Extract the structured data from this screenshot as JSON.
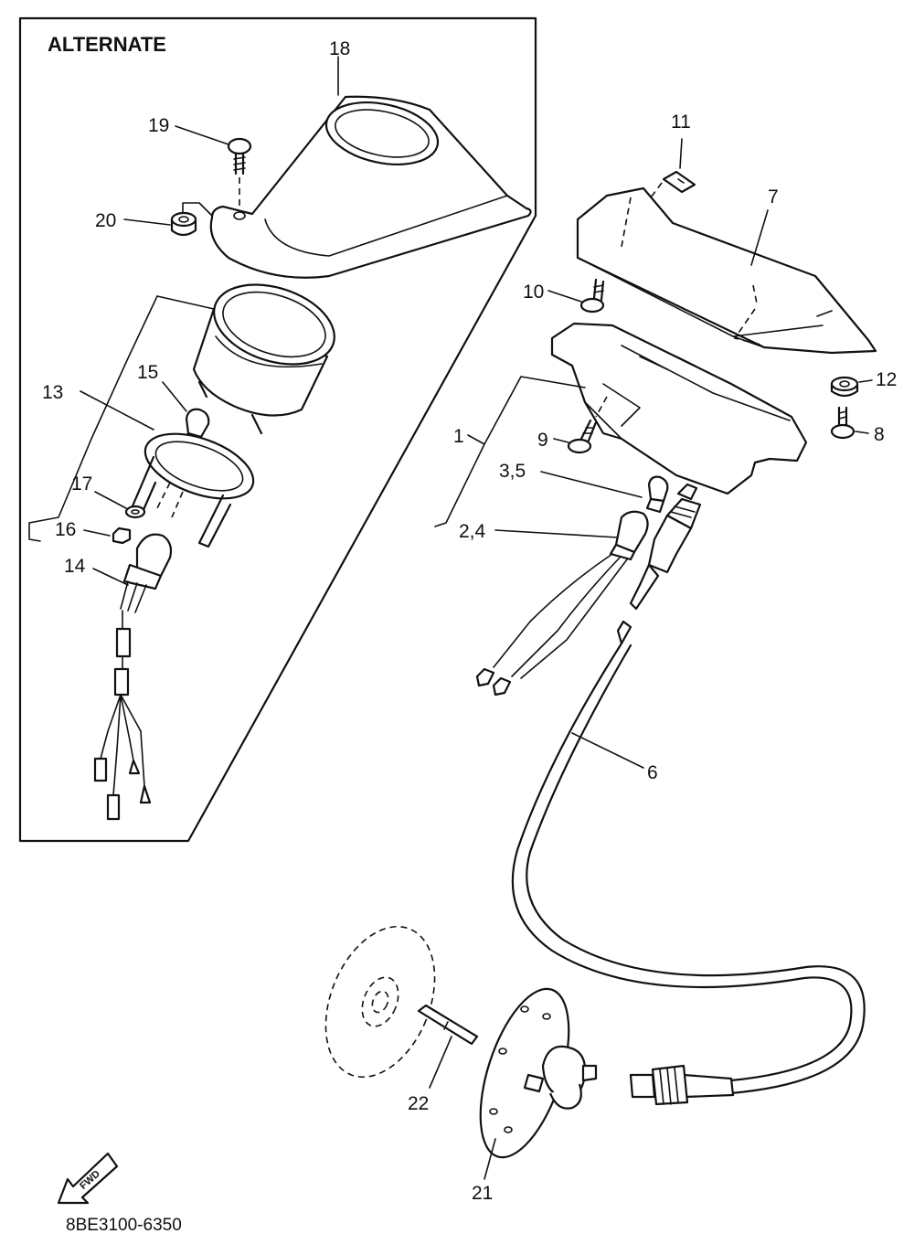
{
  "diagram": {
    "section_title": "ALTERNATE",
    "drawing_code": "8BE3100-6350",
    "fwd_label": "FWD",
    "callouts": {
      "c1": "1",
      "c2_4": "2,4",
      "c3_5": "3,5",
      "c6": "6",
      "c7": "7",
      "c8": "8",
      "c9": "9",
      "c10": "10",
      "c11": "11",
      "c12": "12",
      "c13": "13",
      "c14": "14",
      "c15": "15",
      "c16": "16",
      "c17": "17",
      "c18": "18",
      "c19": "19",
      "c20": "20",
      "c21": "21",
      "c22": "22"
    }
  }
}
